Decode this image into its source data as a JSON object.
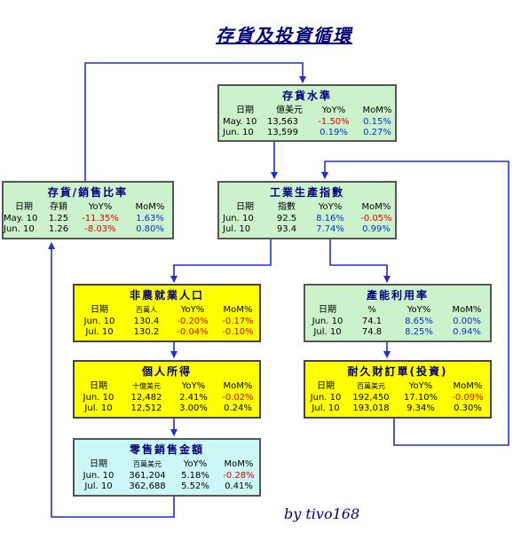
{
  "title": "存貨及投資循環",
  "byline": "by tivo168",
  "colors": {
    "arrow": "#1f2fd0",
    "positive": "#0033cc",
    "negative": "#e00000",
    "green_box": "#ccf2cc",
    "yellow_box": "#ffff00",
    "cyan_box": "#ccf7f7"
  },
  "boxes": {
    "inventory_level": {
      "title": "存貨水準",
      "headers": [
        "日期",
        "億美元",
        "YoY%",
        "MoM%"
      ],
      "rows": [
        [
          "May. 10",
          "13,563",
          "-1.50%",
          "0.15%"
        ],
        [
          "Jun. 10",
          "13,599",
          "0.19%",
          "0.27%"
        ]
      ]
    },
    "inventory_sales_ratio": {
      "title": "存貨/銷售比率",
      "headers": [
        "日期",
        "存銷",
        "YoY%",
        "MoM%"
      ],
      "rows": [
        [
          "May. 10",
          "1.25",
          "-11.35%",
          "1.63%"
        ],
        [
          "Jun. 10",
          "1.26",
          "-8.03%",
          "0.80%"
        ]
      ]
    },
    "industrial_production": {
      "title": "工業生產指數",
      "headers": [
        "日期",
        "指數",
        "YoY%",
        "MoM%"
      ],
      "rows": [
        [
          "Jun. 10",
          "92.5",
          "8.16%",
          "-0.05%"
        ],
        [
          "Jul. 10",
          "93.4",
          "7.74%",
          "0.99%"
        ]
      ]
    },
    "nonfarm_payrolls": {
      "title": "非農就業人口",
      "headers": [
        "日期",
        "百萬人",
        "YoY%",
        "MoM%"
      ],
      "rows": [
        [
          "Jun. 10",
          "130.4",
          "-0.20%",
          "-0.17%"
        ],
        [
          "Jul. 10",
          "130.2",
          "-0.04%",
          "-0.10%"
        ]
      ]
    },
    "capacity_utilization": {
      "title": "產能利用率",
      "headers": [
        "日期",
        "%",
        "YoY%",
        "MoM%"
      ],
      "rows": [
        [
          "Jun. 10",
          "74.1",
          "8.65%",
          "0.00%"
        ],
        [
          "Jul. 10",
          "74.8",
          "8.25%",
          "0.94%"
        ]
      ]
    },
    "personal_income": {
      "title": "個人所得",
      "headers": [
        "日期",
        "十億美元",
        "YoY%",
        "MoM%"
      ],
      "rows": [
        [
          "Jun. 10",
          "12,482",
          "2.41%",
          "-0.02%"
        ],
        [
          "Jul. 10",
          "12,512",
          "3.00%",
          "0.24%"
        ]
      ]
    },
    "durable_goods_orders": {
      "title": "耐久財訂單(投資)",
      "headers": [
        "日期",
        "百萬美元",
        "YoY%",
        "MoM%"
      ],
      "rows": [
        [
          "Jun. 10",
          "192,450",
          "17.10%",
          "-0.09%"
        ],
        [
          "Jul. 10",
          "193,018",
          "9.34%",
          "0.30%"
        ]
      ]
    },
    "retail_sales": {
      "title": "零售銷售金額",
      "headers": [
        "日期",
        "百萬美元",
        "YoY%",
        "MoM%"
      ],
      "rows": [
        [
          "Jun. 10",
          "361,204",
          "5.18%",
          "-0.28%"
        ],
        [
          "Jul. 10",
          "362,688",
          "5.52%",
          "0.41%"
        ]
      ]
    }
  }
}
